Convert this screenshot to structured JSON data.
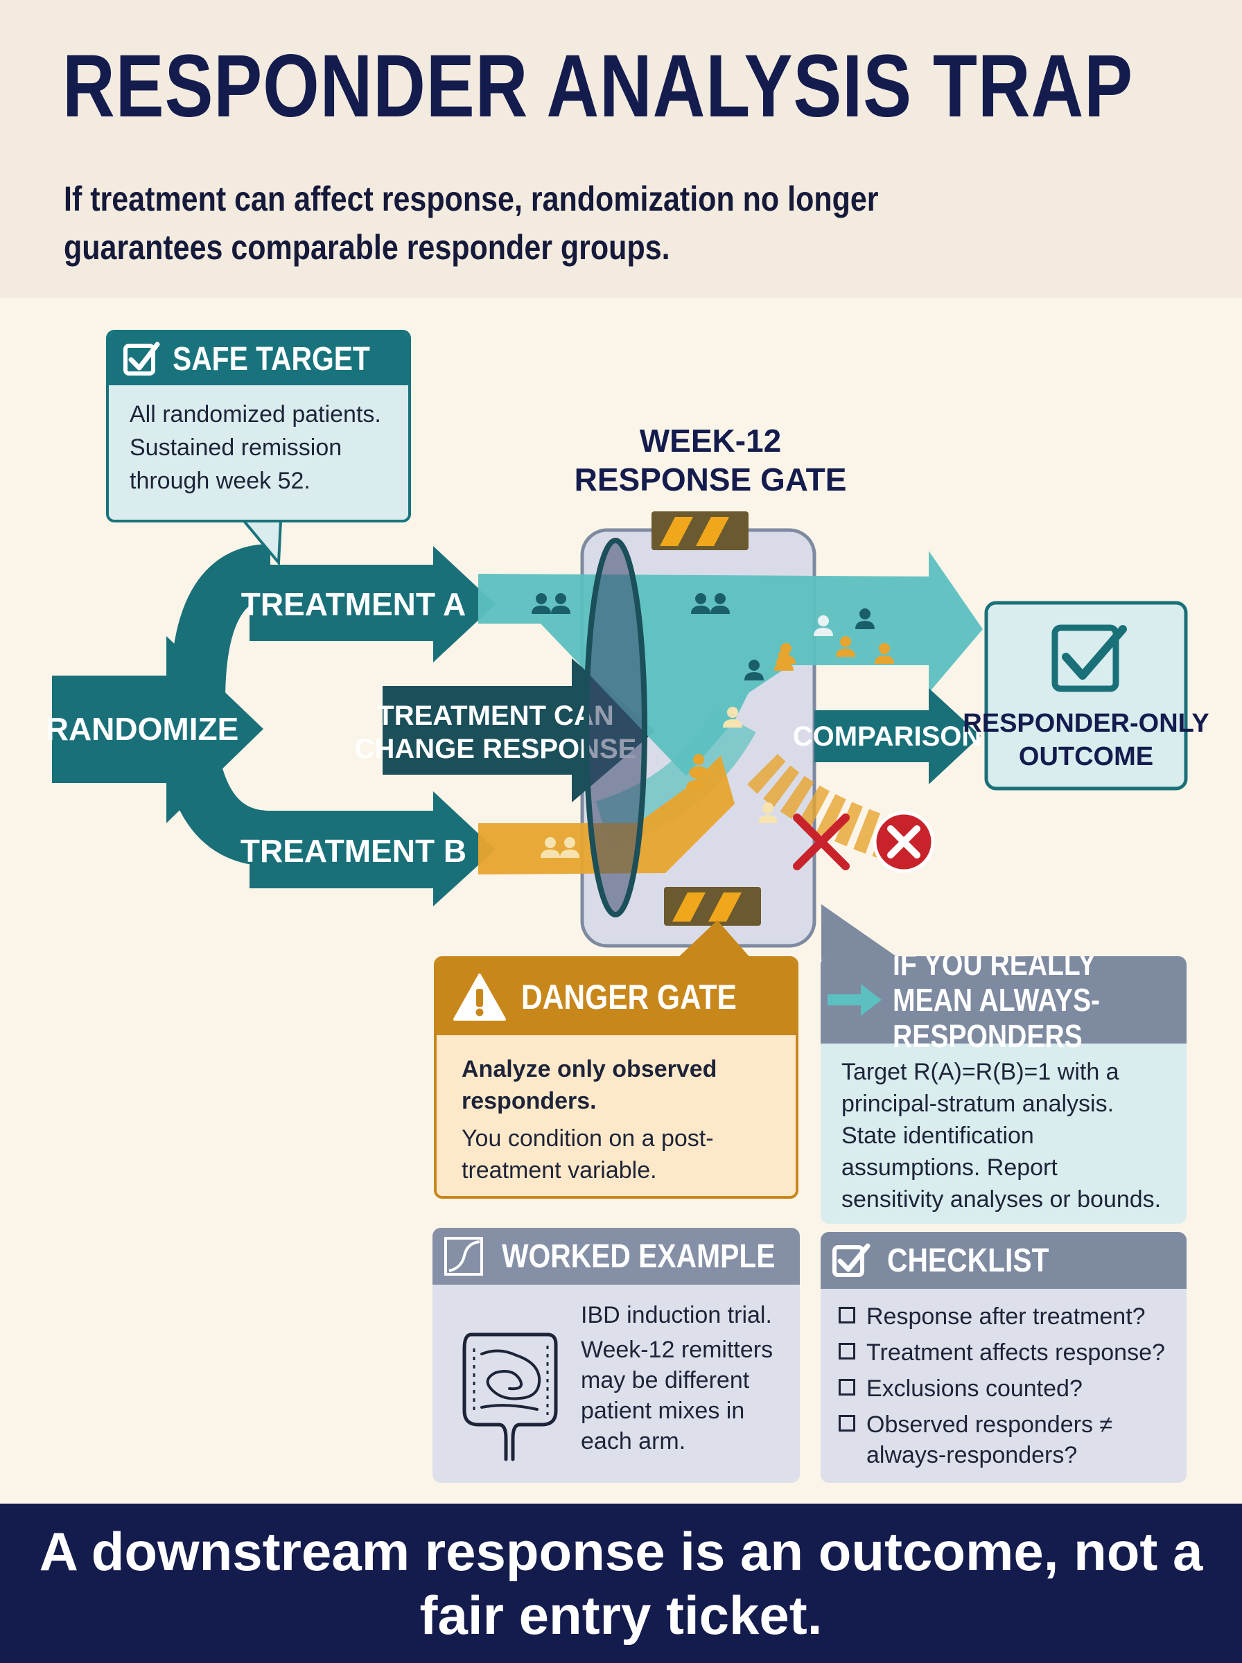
{
  "header": {
    "title": "RESPONDER ANALYSIS TRAP",
    "subtitle": "If treatment can affect response, randomization no longer guarantees comparable responder groups."
  },
  "flow": {
    "randomize_label": "RANDOMIZE",
    "treatment_a_label": "TREATMENT A",
    "treatment_b_label": "TREATMENT B",
    "change_label_line1": "TREATMENT CAN",
    "change_label_line2": "CHANGE RESPONSE",
    "gate_title_line1": "WEEK-12",
    "gate_title_line2": "RESPONSE GATE",
    "comparison_label": "COMPARISON",
    "outcome_line1": "RESPONDER-ONLY",
    "outcome_line2": "OUTCOME"
  },
  "safe_target": {
    "title": "SAFE TARGET",
    "line1": "All randomized patients.",
    "line2": "Sustained remission through week 52."
  },
  "danger_gate": {
    "title": "DANGER GATE",
    "strong": "Analyze only observed responders.",
    "detail": "You condition on a post-treatment variable."
  },
  "always_responders": {
    "title": "IF YOU REALLY MEAN ALWAYS-RESPONDERS",
    "body": "Target R(A)=R(B)=1 with a principal-stratum analysis. State identification assumptions. Report sensitivity analyses or bounds."
  },
  "worked_example": {
    "title": "WORKED EXAMPLE",
    "line1": "IBD induction trial.",
    "line2": "Week-12 remitters may be different patient mixes in each arm."
  },
  "checklist": {
    "title": "CHECKLIST",
    "items": [
      "Response after treatment?",
      "Treatment affects response?",
      "Exclusions counted?",
      "Observed responders ≠ always-responders?"
    ]
  },
  "footer": {
    "text": "A downstream response is an outcome, not a fair entry ticket."
  },
  "colors": {
    "navy": "#141b4d",
    "teal": "#1a7079",
    "light_teal": "#5cc0c0",
    "orange": "#e7a42e",
    "dark_orange": "#c8871b",
    "red": "#c8232b",
    "slate": "#7d8aa0"
  },
  "icons": [
    "check-icon",
    "warning-icon",
    "arrow-right-icon",
    "chart-curve-icon",
    "intestine-icon",
    "checkbox-icon",
    "person-pair-icon",
    "x-mark-icon"
  ]
}
